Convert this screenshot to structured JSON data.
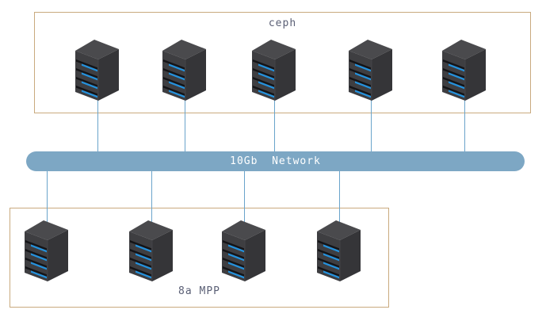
{
  "diagram": {
    "top_cluster": {
      "label": "ceph",
      "server_count": 5
    },
    "network_bar": {
      "label": "10Gb  Network"
    },
    "bottom_cluster": {
      "label": "8a MPP",
      "server_count": 4
    },
    "colors": {
      "box_border": "#c9aa7e",
      "network_bar_fill": "#7da7c4",
      "network_bar_text": "#ffffff",
      "connector_line": "#6aa4cb",
      "label_text": "#5a5f75",
      "server_body": "#3e3e41",
      "server_side": "#353538",
      "server_top": "#4a4a4d",
      "server_led": "#2491dc"
    }
  }
}
